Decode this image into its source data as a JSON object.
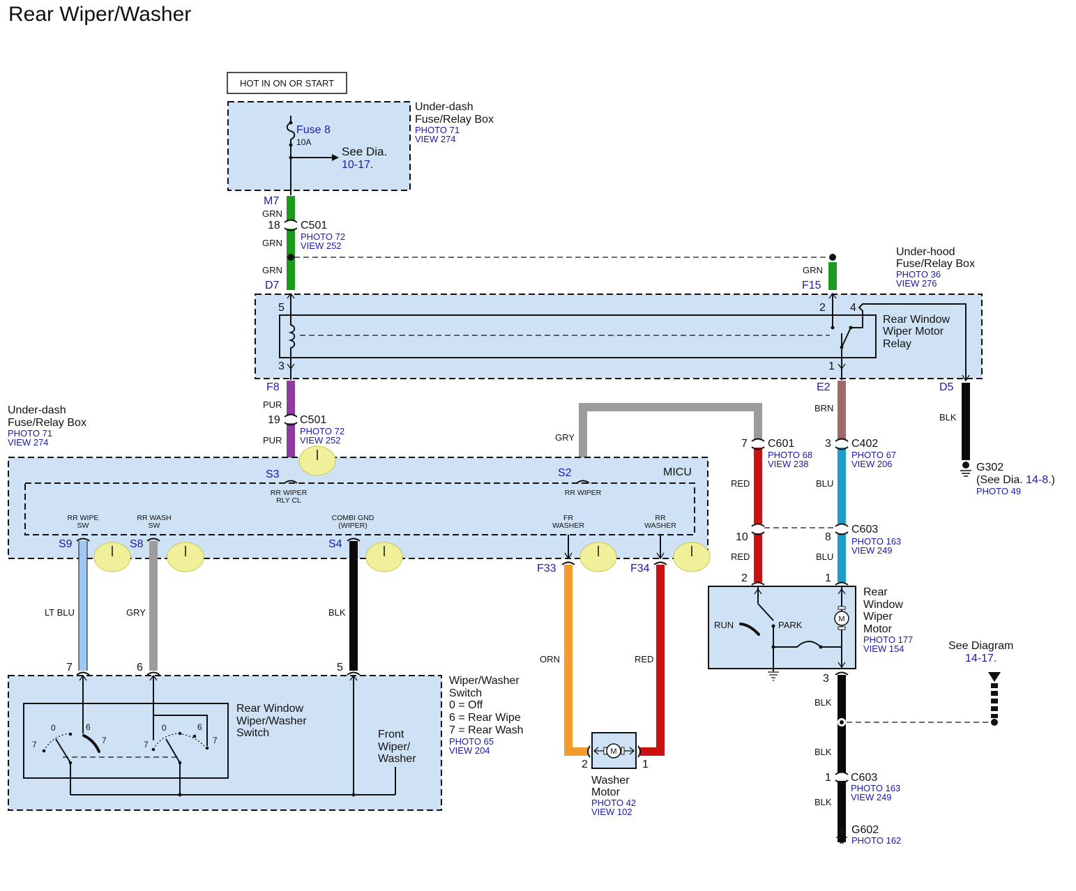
{
  "title": "Rear Wiper/Washer",
  "power": "HOT IN ON OR START",
  "under_dash_box_top": {
    "name1": "Under-dash",
    "name2": "Fuse/Relay Box",
    "photo": "PHOTO 71",
    "view": "VIEW 274",
    "fuse": "Fuse 8",
    "amps": "10A",
    "see": "See Dia.",
    "see_ref": "10-17",
    "period": "."
  },
  "under_dash_box_left": {
    "name1": "Under-dash",
    "name2": "Fuse/Relay Box",
    "photo": "PHOTO 71",
    "view": "VIEW 274"
  },
  "under_hood_box": {
    "name1": "Under-hood",
    "name2": "Fuse/Relay Box",
    "photo": "PHOTO 36",
    "view": "VIEW 276"
  },
  "relay": {
    "l1": "Rear Window",
    "l2": "Wiper Motor",
    "l3": "Relay",
    "p5": "5",
    "p3": "3",
    "p2": "2",
    "p4": "4",
    "p1": "1"
  },
  "pins": {
    "m7": "M7",
    "d7": "D7",
    "f8": "F8",
    "f15": "F15",
    "e2": "E2",
    "d5": "D5",
    "s3": "S3",
    "s2": "S2",
    "s9": "S9",
    "s8": "S8",
    "s4": "S4",
    "f33": "F33",
    "f34": "F34"
  },
  "wire_colors": {
    "grn": "GRN",
    "pur": "PUR",
    "gry": "GRY",
    "red": "RED",
    "brn": "BRN",
    "blu": "BLU",
    "blk": "BLK",
    "ltblu": "LT BLU",
    "orn": "ORN"
  },
  "c501_top": {
    "num": "18",
    "name": "C501",
    "photo": "PHOTO 72",
    "view": "VIEW 252"
  },
  "c501_bottom": {
    "num": "19",
    "name": "C501",
    "photo": "PHOTO 72",
    "view": "VIEW 252"
  },
  "c601": {
    "num": "7",
    "name": "C601",
    "photo": "PHOTO 68",
    "view": "VIEW 238"
  },
  "c402": {
    "num": "3",
    "name": "C402",
    "photo": "PHOTO 67",
    "view": "VIEW 206"
  },
  "c603_a": {
    "num_left": "10",
    "num_right": "8",
    "name": "C603",
    "photo": "PHOTO 163",
    "view": "VIEW 249"
  },
  "c603_b": {
    "num": "1",
    "name": "C603",
    "photo": "PHOTO 163",
    "view": "VIEW 249"
  },
  "g302": {
    "name": "G302",
    "see_pre": "(See Dia. ",
    "see_ref": "14-8",
    "see_post": ".)",
    "photo": "PHOTO 49"
  },
  "g602": {
    "name": "G602",
    "photo": "PHOTO 162"
  },
  "micu": {
    "name": "MICU",
    "rr_wiper_rly_1": "RR WIPER",
    "rr_wiper_rly_2": "RLY CL",
    "rr_wiper": "RR WIPER",
    "rr_wipe_sw_1": "RR WIPE",
    "rr_wipe_sw_2": "SW",
    "rr_wash_sw_1": "RR WASH",
    "rr_wash_sw_2": "SW",
    "combi_1": "COMBI GND",
    "combi_2": "(WIPER)",
    "fr_washer_1": "FR",
    "fr_washer_2": "WASHER",
    "rr_washer_1": "RR",
    "rr_washer_2": "WASHER"
  },
  "rear_motor": {
    "l1": "Rear",
    "l2": "Window",
    "l3": "Wiper",
    "l4": "Motor",
    "photo": "PHOTO 177",
    "view": "VIEW 154",
    "run": "RUN",
    "park": "PARK",
    "m": "M",
    "pin2": "2",
    "pin1": "1",
    "pin3": "3"
  },
  "washer_motor": {
    "l1": "Washer",
    "l2": "Motor",
    "photo": "PHOTO 42",
    "view": "VIEW 102",
    "m": "M",
    "pin2": "2",
    "pin1": "1"
  },
  "switch": {
    "l1": "Wiper/Washer",
    "l2": "Switch",
    "pos0": "0 = Off",
    "pos6": "6 = Rear Wipe",
    "pos7": "7 = Rear Wash",
    "photo": "PHOTO 65",
    "view": "VIEW 204",
    "inner1": "Rear Window",
    "inner2": "Wiper/Washer",
    "inner3": "Switch",
    "front1": "Front",
    "front2": "Wiper/",
    "front3": "Washer",
    "pin7": "7",
    "pin6": "6",
    "pin5": "5",
    "d0": "0",
    "d6": "6",
    "d7": "7"
  },
  "see_diagram": {
    "l1": "See Diagram",
    "ref": "14-17."
  },
  "colors": {
    "grn": "#1f9a1f",
    "pur": "#8e3ca0",
    "gry": "#9c9c9c",
    "red": "#cc1111",
    "brn": "#9e6a6a",
    "blu": "#1e9ccc",
    "blk": "#0a0a0a",
    "ltblu": "#9ec8f0",
    "orn": "#f29b2e",
    "box": "#cfe2f5",
    "hilite": "#f1f09a",
    "link": "#1a1aa8"
  }
}
